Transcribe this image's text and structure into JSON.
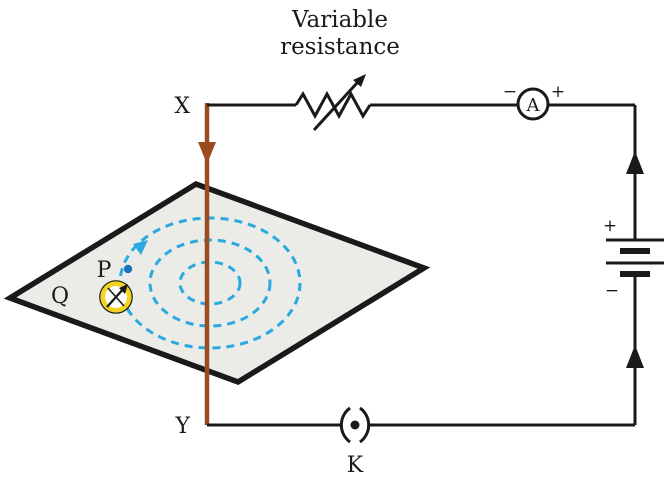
{
  "title": {
    "line1": "Variable",
    "line2": "resistance"
  },
  "labels": {
    "x": "X",
    "y": "Y",
    "p": "P",
    "q": "Q",
    "k": "K",
    "ammeter": "A",
    "ammeter_minus": "−",
    "ammeter_plus": "+",
    "battery_plus": "+",
    "battery_minus": "−"
  },
  "colors": {
    "ink": "#1a1a1a",
    "wire_brown": "#9c4a1f",
    "field_blue": "#2aa9e0",
    "compass_ring_yellow": "#f2d321",
    "plane_fill": "#ebebe8",
    "point_blue": "#1b75bc"
  }
}
